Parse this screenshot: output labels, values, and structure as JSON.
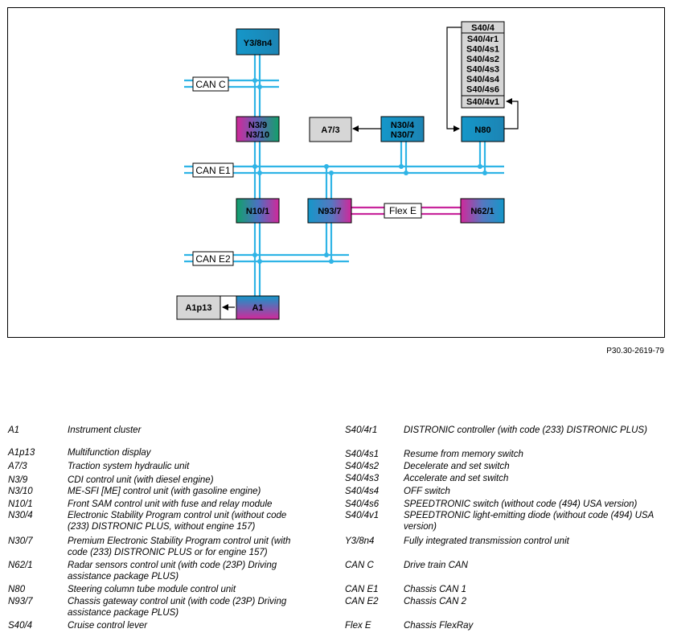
{
  "diagram": {
    "modules": {
      "y3_8n4": "Y3/8n4",
      "n3_9": "N3/9",
      "n3_10": "N3/10",
      "a7_3": "A7/3",
      "n30_4": "N30/4",
      "n30_7": "N30/7",
      "n80": "N80",
      "n10_1": "N10/1",
      "n93_7": "N93/7",
      "n62_1": "N62/1",
      "a1": "A1",
      "a1p13": "A1p13",
      "s40_4": "S40/4",
      "s40_4r1": "S40/4r1",
      "s40_4s1": "S40/4s1",
      "s40_4s2": "S40/4s2",
      "s40_4s3": "S40/4s3",
      "s40_4s4": "S40/4s4",
      "s40_4s6": "S40/4s6",
      "s40_4v1": "S40/4v1"
    },
    "buses": {
      "can_c": "CAN C",
      "can_e1": "CAN E1",
      "can_e2": "CAN E2",
      "flex_e": "Flex E"
    },
    "colors": {
      "can_bus": "#2fb4e6",
      "flexray": "#c8269c",
      "teal_module": "#1a92bd",
      "grey_module": "#d6d6d6"
    }
  },
  "reference": "P30.30-2619-79",
  "legend": {
    "left": [
      {
        "code": "A1",
        "desc": "Instrument cluster"
      },
      {
        "code": "A1p13",
        "desc": "Multifunction display"
      },
      {
        "code": "A7/3",
        "desc": "Traction system hydraulic unit"
      },
      {
        "code": "N3/9",
        "desc": "CDI control unit (with diesel engine)"
      },
      {
        "code": "N3/10",
        "desc": "ME-SFI [ME] control unit (with gasoline engine)"
      },
      {
        "code": "N10/1",
        "desc": "Front SAM control unit with fuse and relay module"
      },
      {
        "code": "N30/4",
        "desc": "Electronic Stability Program control unit (without code (233) DISTRONIC PLUS, without engine 157)"
      },
      {
        "code": "N30/7",
        "desc": "Premium Electronic Stability Program control unit (with code (233) DISTRONIC PLUS or for engine 157)"
      },
      {
        "code": "N62/1",
        "desc": "Radar sensors control unit (with code (23P) Driving assistance package PLUS)"
      },
      {
        "code": "N80",
        "desc": "Steering column tube module control unit"
      },
      {
        "code": "N93/7",
        "desc": "Chassis gateway control unit (with code (23P) Driving assistance package PLUS)"
      },
      {
        "code": "S40/4",
        "desc": "Cruise control lever"
      }
    ],
    "right": [
      {
        "code": "S40/4r1",
        "desc": "DISTRONIC controller (with code (233) DISTRONIC PLUS)"
      },
      {
        "code": "S40/4s1",
        "desc": "Resume from memory switch"
      },
      {
        "code": "S40/4s2",
        "desc": "Decelerate and set switch"
      },
      {
        "code": "S40/4s3",
        "desc": "Accelerate and set switch"
      },
      {
        "code": "S40/4s4",
        "desc": "OFF switch"
      },
      {
        "code": "S40/4s6",
        "desc": "SPEEDTRONIC switch (without code (494) USA version)"
      },
      {
        "code": "S40/4v1",
        "desc": "SPEEDTRONIC light-emitting diode (without code (494) USA version)"
      },
      {
        "code": "Y3/8n4",
        "desc": "Fully integrated transmission control unit"
      },
      {
        "code": "CAN C",
        "desc": "Drive train CAN"
      },
      {
        "code": "CAN E1",
        "desc": "Chassis CAN 1"
      },
      {
        "code": "CAN E2",
        "desc": "Chassis CAN 2"
      },
      {
        "code": "Flex E",
        "desc": "Chassis FlexRay"
      }
    ]
  }
}
